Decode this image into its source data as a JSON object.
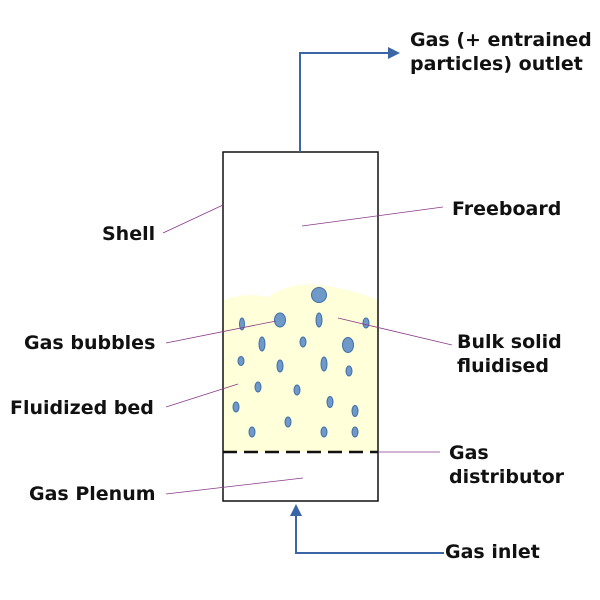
{
  "labels": {
    "outlet_line1": "Gas (+ entrained",
    "outlet_line2": "particles) outlet",
    "freeboard": "Freeboard",
    "shell": "Shell",
    "gas_bubbles": "Gas bubbles",
    "bulk_line1": "Bulk solid",
    "bulk_line2": "fluidised",
    "fluidized_bed": "Fluidized bed",
    "distributor_line1": "Gas",
    "distributor_line2": "distributor",
    "plenum": "Gas Plenum",
    "inlet": "Gas inlet"
  },
  "colors": {
    "bed_fill": "#ffffd9",
    "bubble_fill": "#6f99c9",
    "bubble_stroke": "#3f6fa8",
    "arrow": "#3a66a8",
    "leader_line": "#8a3a8a",
    "vessel_outline": "#111111"
  }
}
